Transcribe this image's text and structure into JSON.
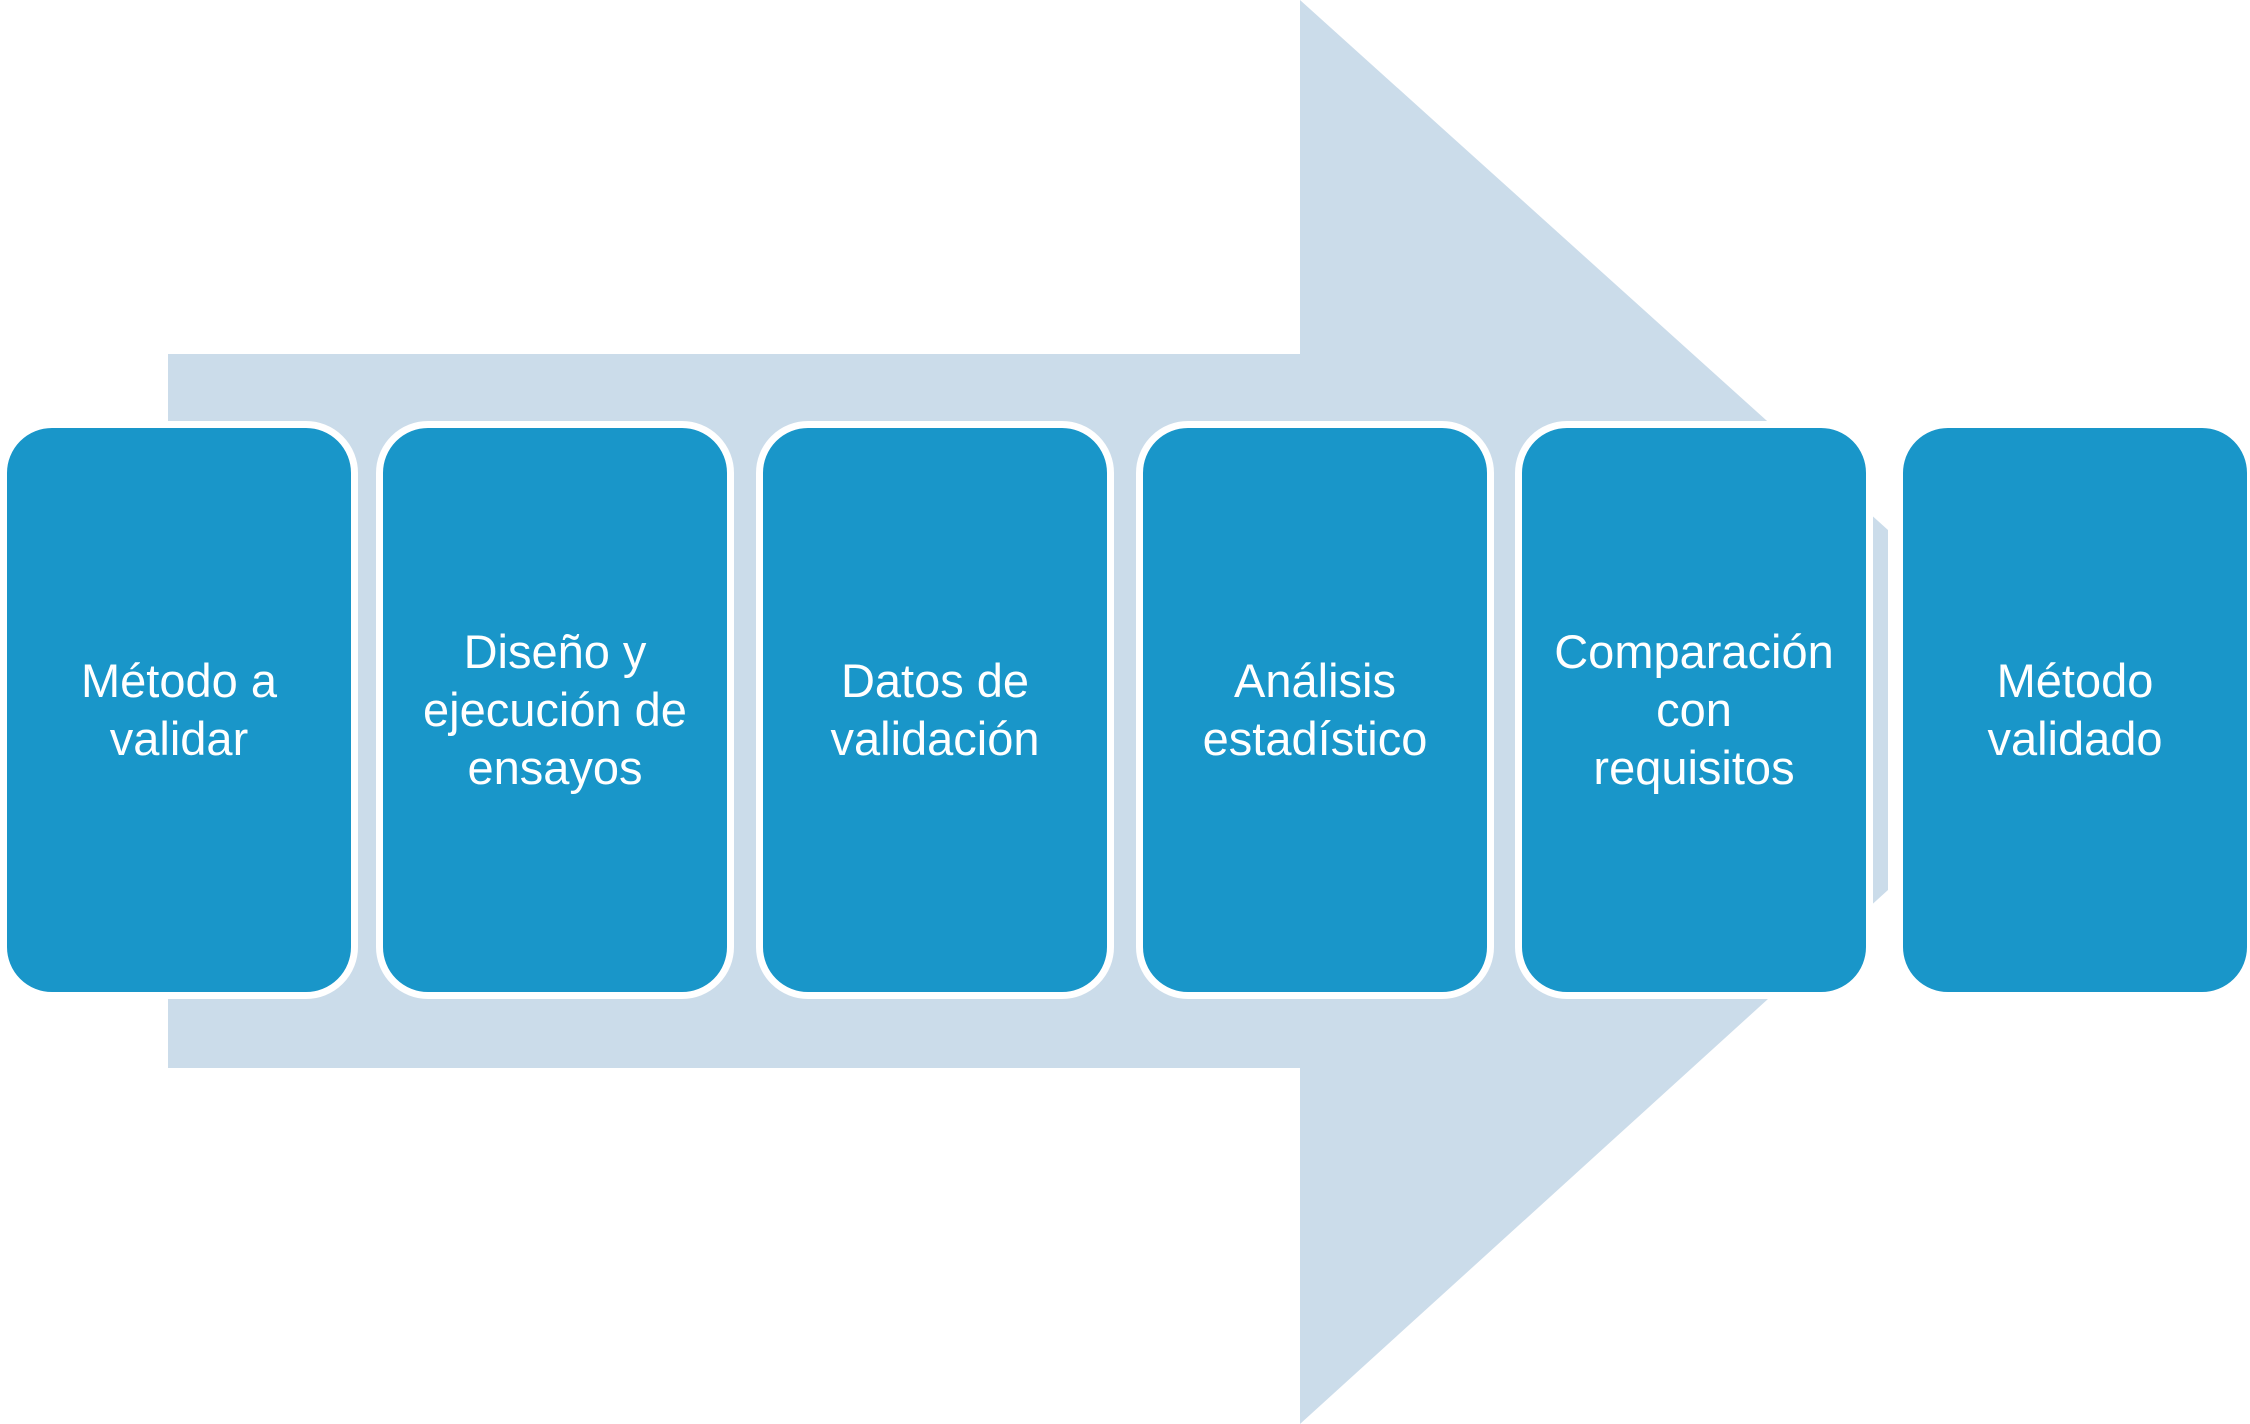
{
  "colors": {
    "arrow": "#cbdcea",
    "box": "#1996c9",
    "box_border": "#ffffff",
    "text": "#ffffff"
  },
  "steps": [
    {
      "label": "Método a\nvalidar"
    },
    {
      "label": "Diseño y\nejecución de\nensayos"
    },
    {
      "label": "Datos de\nvalidación"
    },
    {
      "label": "Análisis\nestadístico"
    },
    {
      "label": "Comparación\ncon\nrequisitos"
    },
    {
      "label": "Método\nvalidado"
    }
  ]
}
